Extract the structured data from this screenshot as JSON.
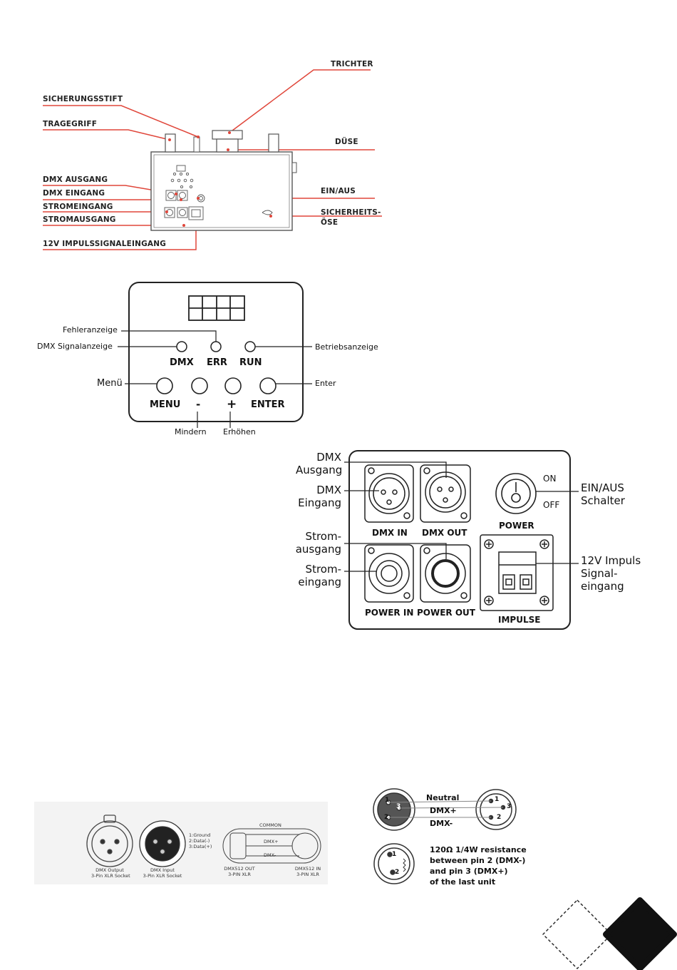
{
  "top_figure": {
    "labels": {
      "trichter": "TRICHTER",
      "sicherungsstift": "SICHERUNGSSTIFT",
      "tragegriff": "TRAGEGRIFF",
      "duese": "DÜSE",
      "dmx_ausgang": "DMX AUSGANG",
      "dmx_eingang": "DMX EINGANG",
      "stromeingang": "STROMEINGANG",
      "stromausgang": "STROMAUSGANG",
      "ein_aus": "EIN/AUS",
      "sicherheits_line1": "SICHERHEITS-",
      "sicherheits_line2": "ÖSE",
      "impuls": "12V IMPULSSIGNALEINGANG"
    },
    "leader_color": "#e0463a"
  },
  "control_panel": {
    "display_digits": 4,
    "led_labels": [
      "DMX",
      "ERR",
      "RUN"
    ],
    "button_labels": [
      "MENU",
      "-",
      "+",
      "ENTER"
    ],
    "callouts": {
      "fehleranzeige": "Fehleranzeige",
      "dmx_signal": "DMX Signalanzeige",
      "betrieb": "Betriebsanzeige",
      "menue": "Menü",
      "enter": "Enter",
      "mindern": "Mindern",
      "erhoehen": "Erhöhen"
    }
  },
  "rear_panel": {
    "labels": {
      "dmx_in": "DMX IN",
      "dmx_out": "DMX OUT",
      "power": "POWER",
      "on": "ON",
      "off": "OFF",
      "power_in": "POWER IN",
      "power_out": "POWER OUT",
      "impulse": "IMPULSE"
    },
    "callouts": {
      "dmx_ausgang_1": "DMX",
      "dmx_ausgang_2": "Ausgang",
      "dmx_eingang_1": "DMX",
      "dmx_eingang_2": "Eingang",
      "strom_aus_1": "Strom-",
      "strom_aus_2": "ausgang",
      "strom_ein_1": "Strom-",
      "strom_ein_2": "eingang",
      "einaus_1": "EIN/AUS",
      "einaus_2": "Schalter",
      "impuls_1": "12V Impuls",
      "impuls_2": "Signal-",
      "impuls_3": "eingang"
    }
  },
  "xlr_diagram": {
    "dmx_output_1": "DMX Output",
    "dmx_output_2": "3-Pin XLR Socket",
    "dmx_input_1": "DMX Input",
    "dmx_input_2": "3-Pin XLR Socket",
    "pins_1": "1:Ground",
    "pins_2": "2:Data(-)",
    "pins_3": "3:Data(+)",
    "common": "COMMON",
    "dmx_plus": "DMX+",
    "dmx_minus": "DMX-",
    "out_1": "DMX512 OUT",
    "out_2": "3-PIN XLR",
    "in_1": "DMX512 IN",
    "in_2": "3-PIN XLR"
  },
  "wiring": {
    "neutral": "Neutral",
    "dmx_plus": "DMX+",
    "dmx_minus": "DMX-",
    "pin1": "1",
    "pin2": "2",
    "pin3": "3",
    "term_1": "120Ω 1/4W resistance",
    "term_2": "between pin 2 (DMX-)",
    "term_3": "and pin 3 (DMX+)",
    "term_4": "of the last unit"
  }
}
